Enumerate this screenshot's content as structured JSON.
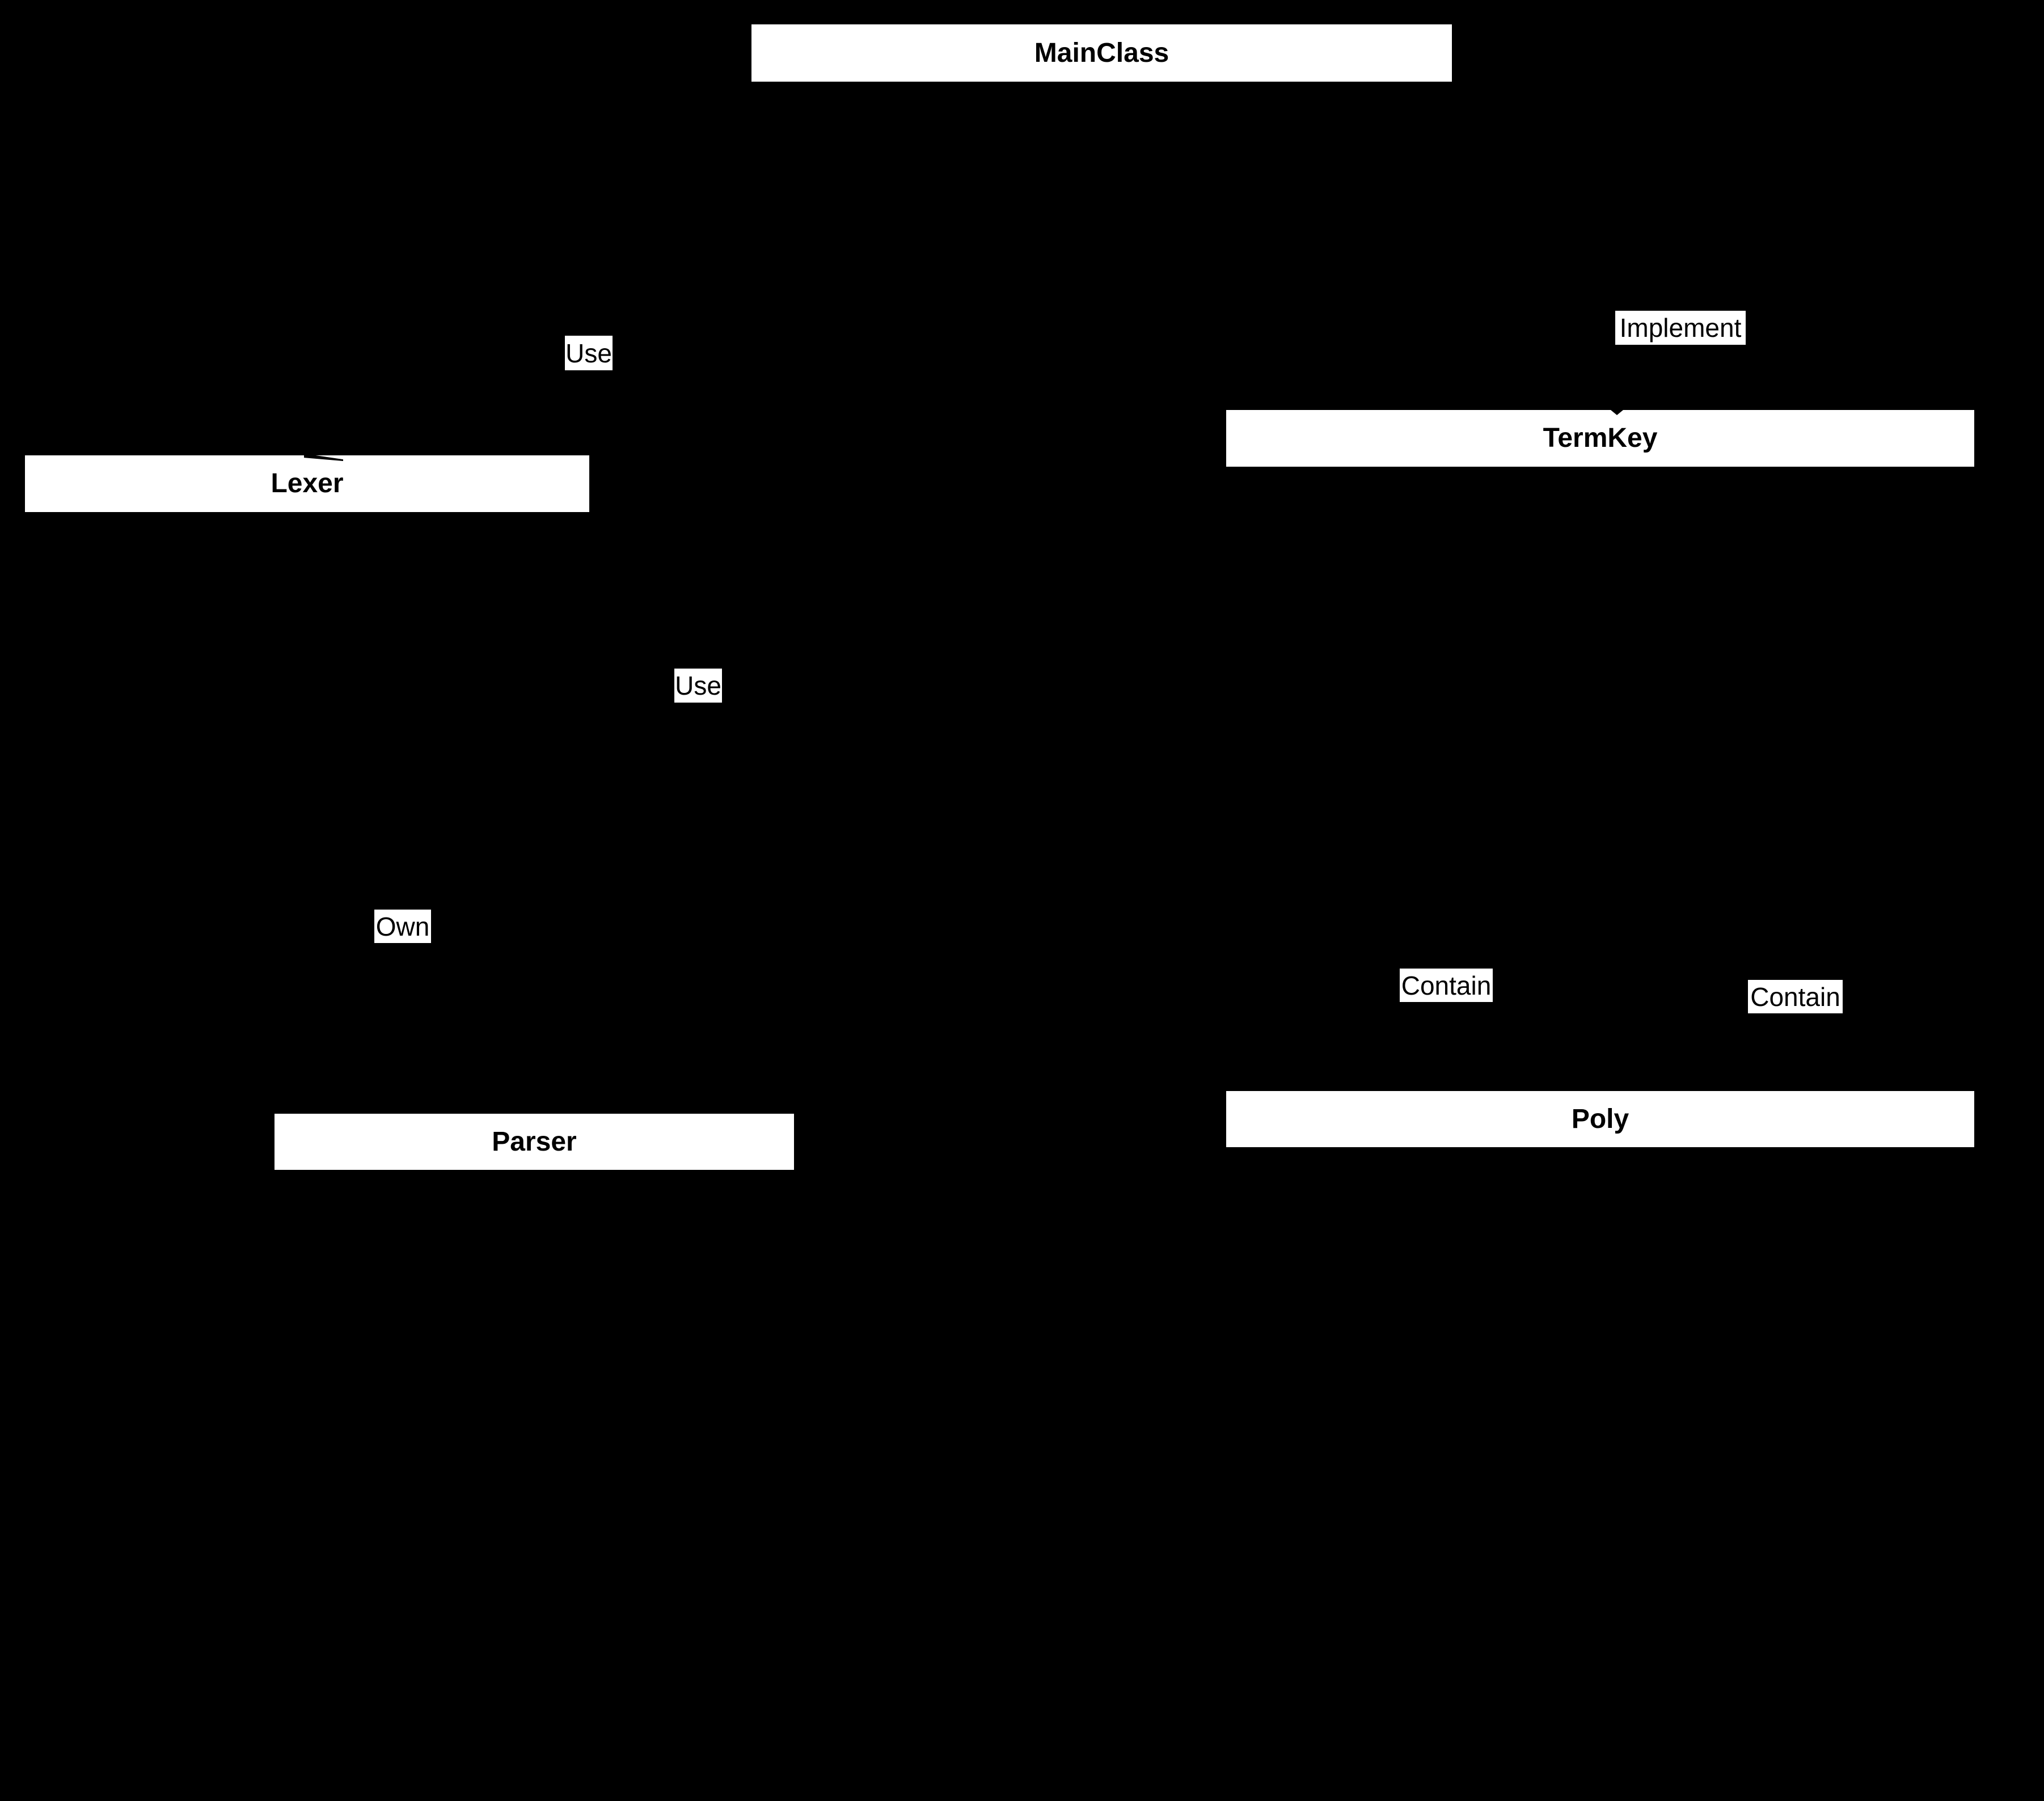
{
  "diagram": {
    "kind": "uml-class-diagram",
    "colors": {
      "background": "#000000",
      "node_fill": "#ffffff",
      "node_text": "#000000",
      "label_fill": "#ffffff",
      "label_text": "#000000"
    },
    "classes": [
      {
        "id": "mainclass",
        "name": "MainClass"
      },
      {
        "id": "lexer",
        "name": "Lexer"
      },
      {
        "id": "termkey",
        "name": "TermKey"
      },
      {
        "id": "parser",
        "name": "Parser"
      },
      {
        "id": "poly",
        "name": "Poly"
      }
    ],
    "edge_labels": [
      {
        "id": "use-1",
        "text": "Use"
      },
      {
        "id": "implement",
        "text": "Implement"
      },
      {
        "id": "use-2",
        "text": "Use"
      },
      {
        "id": "own",
        "text": "Own"
      },
      {
        "id": "contain-1",
        "text": "Contain"
      },
      {
        "id": "contain-2",
        "text": "Contain"
      }
    ]
  }
}
